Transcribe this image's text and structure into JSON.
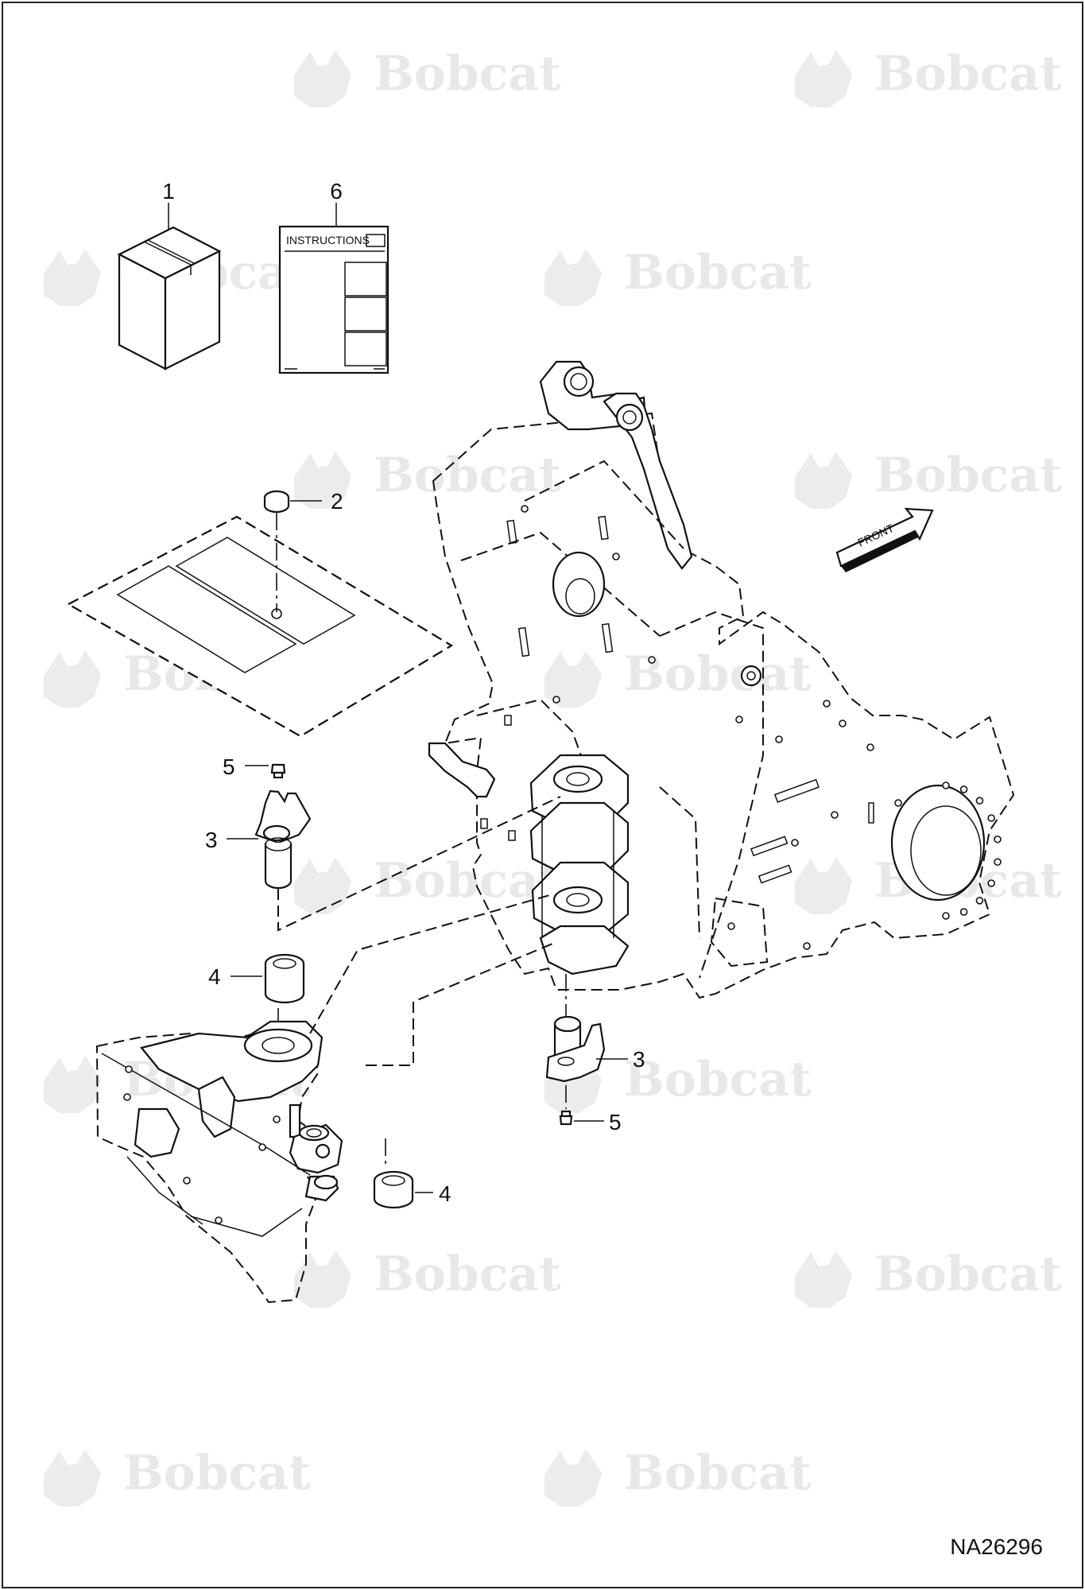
{
  "diagram": {
    "watermark_text": "Bobcat",
    "figure_id": "NA26296",
    "instructions_label": "INSTRUCTIONS",
    "front_label": "FRONT",
    "callouts": [
      {
        "id": "callout-1-kit-box",
        "label": "1"
      },
      {
        "id": "callout-6-instructions",
        "label": "6"
      },
      {
        "id": "callout-2-plug",
        "label": "2"
      },
      {
        "id": "callout-5-upper-fitting",
        "label": "5"
      },
      {
        "id": "callout-3-upper-pin",
        "label": "3"
      },
      {
        "id": "callout-4-upper-bushing",
        "label": "4"
      },
      {
        "id": "callout-3-lower-pin",
        "label": "3"
      },
      {
        "id": "callout-5-lower-fitting",
        "label": "5"
      },
      {
        "id": "callout-4-lower-bushing",
        "label": "4"
      }
    ]
  }
}
